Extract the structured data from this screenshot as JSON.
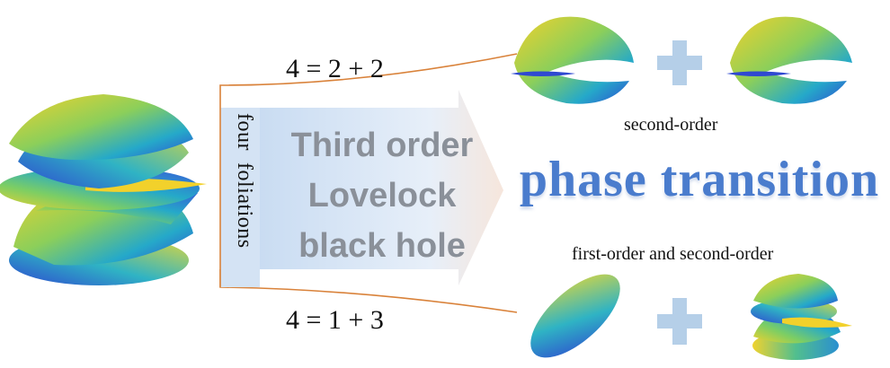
{
  "decomposition_top": "4 = 2 + 2",
  "decomposition_bottom": "4 = 1 + 3",
  "foliation_label": "four  foliations",
  "black_hole_title": [
    "Third order",
    "Lovelock",
    "black hole"
  ],
  "result_title": "phase transition",
  "caption_top": "second-order",
  "caption_bottom": "first-order and second-order",
  "colors": {
    "surface_yellow": "#f2d12b",
    "surface_green": "#5cc08a",
    "surface_blue": "#3a55d8",
    "surface_teal": "#25a9c9",
    "plus_sign": "#b5cfe8",
    "arrow_fill": "#d6e4f3",
    "branch_line": "#d9823a",
    "title_blue": "#4a7ccd",
    "title_grey": "#8a9099"
  }
}
